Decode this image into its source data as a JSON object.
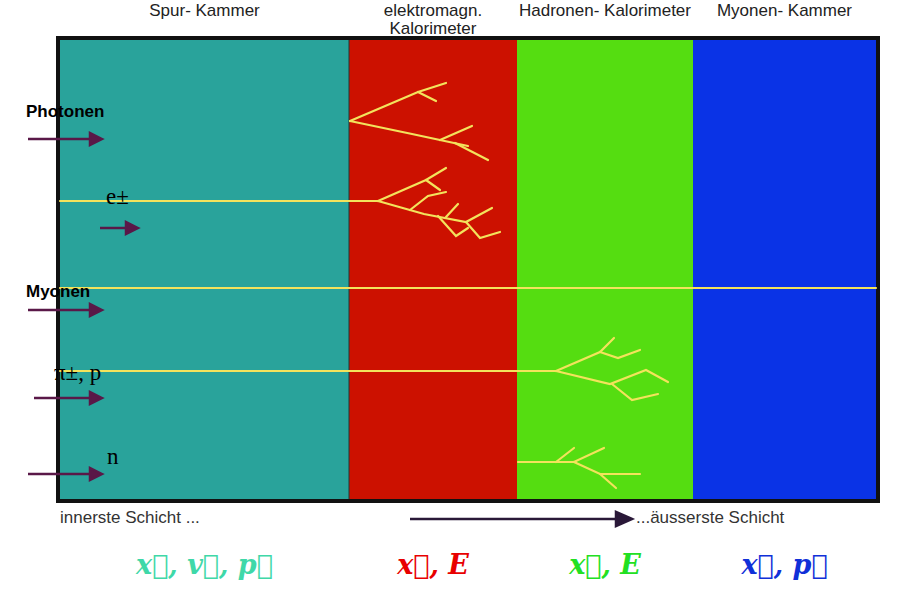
{
  "diagram": {
    "nodes": [
      {
        "text": [
          "Spur- Kammer",
          "x⃗, v⃗, p⃗"
        ]
      },
      {
        "text": [
          "elektromagn. Kalorimeter",
          "x⃗, E"
        ]
      },
      {
        "text": [
          "Hadronen- Kalorimeter",
          "x⃗, E"
        ]
      },
      {
        "text": [
          "Myonen- Kammer",
          "x⃗, p⃗"
        ]
      }
    ],
    "labels": [
      "Photonen",
      "e±",
      "Myonen",
      "π±, p",
      "n",
      "innerste Schicht ...",
      "...äusserste Schicht"
    ]
  }
}
